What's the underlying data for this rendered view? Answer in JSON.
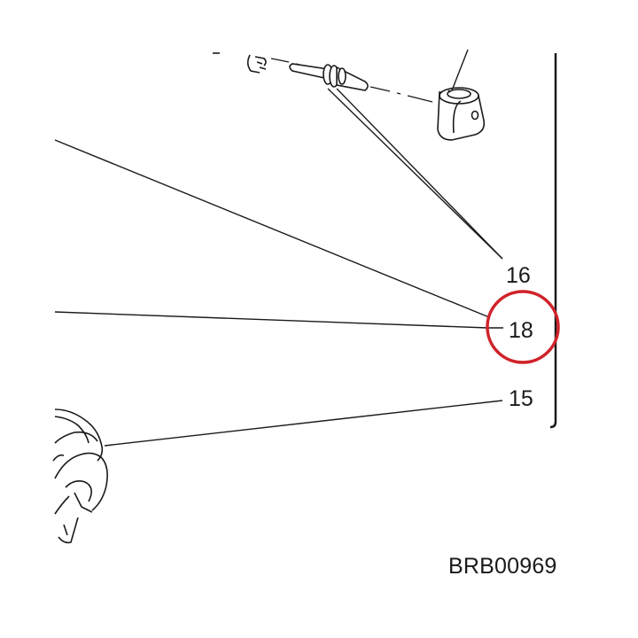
{
  "callouts": {
    "c16": "16",
    "c18": "18",
    "c15": "15"
  },
  "drawing_code": "BRB00969",
  "icons": {
    "clip": "clip-icon",
    "pin": "pin-icon",
    "cap": "cap-icon",
    "hand": "hand-icon"
  },
  "colors": {
    "line": "#1a1a1a",
    "highlight": "#d0232a",
    "background": "#ffffff"
  }
}
